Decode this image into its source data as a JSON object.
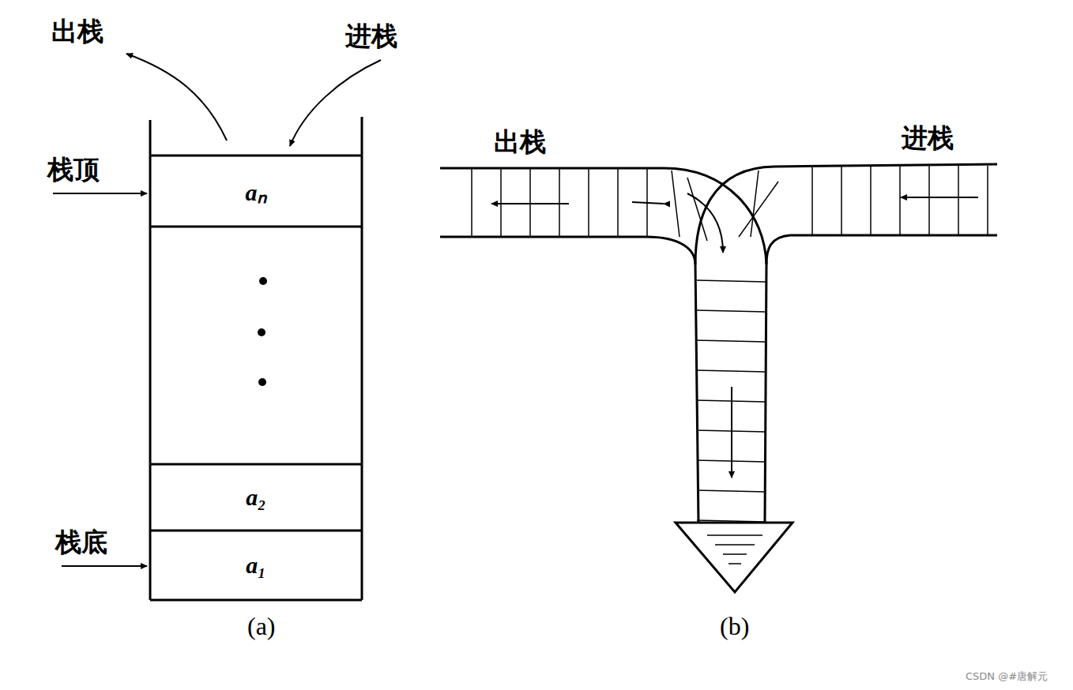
{
  "diagram": {
    "nodes": [
      {
        "text": [
          "aₙ"
        ]
      },
      {
        "text": [
          "a₂"
        ]
      },
      {
        "text": [
          "a₁"
        ]
      }
    ],
    "labels": [
      "出栈",
      "进栈",
      "栈顶",
      "栈底",
      "(a)",
      "出栈",
      "进栈",
      "(b)",
      "CSDN @#唐解元"
    ]
  }
}
